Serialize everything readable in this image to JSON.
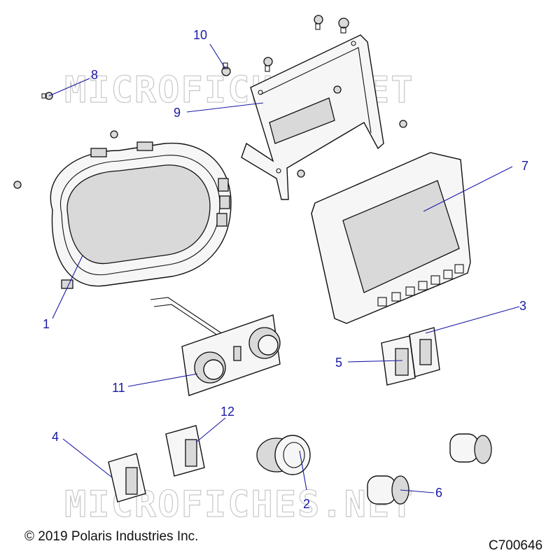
{
  "watermarks": [
    "MICROFICHES.NET",
    "MICROFICHES.NET"
  ],
  "callouts": [
    {
      "id": "1",
      "label": "1"
    },
    {
      "id": "2",
      "label": "2"
    },
    {
      "id": "3",
      "label": "3"
    },
    {
      "id": "4",
      "label": "4"
    },
    {
      "id": "5",
      "label": "5"
    },
    {
      "id": "6",
      "label": "6"
    },
    {
      "id": "7",
      "label": "7"
    },
    {
      "id": "8",
      "label": "8"
    },
    {
      "id": "9",
      "label": "9"
    },
    {
      "id": "10",
      "label": "10"
    },
    {
      "id": "11",
      "label": "11"
    },
    {
      "id": "12",
      "label": "12"
    }
  ],
  "footer": {
    "copyright": "© 2019 Polaris Industries Inc.",
    "drawing_code": "C700646"
  },
  "colors": {
    "callout": "#1a1aa6",
    "outline": "#111111",
    "watermark": "#c8c8c8"
  }
}
